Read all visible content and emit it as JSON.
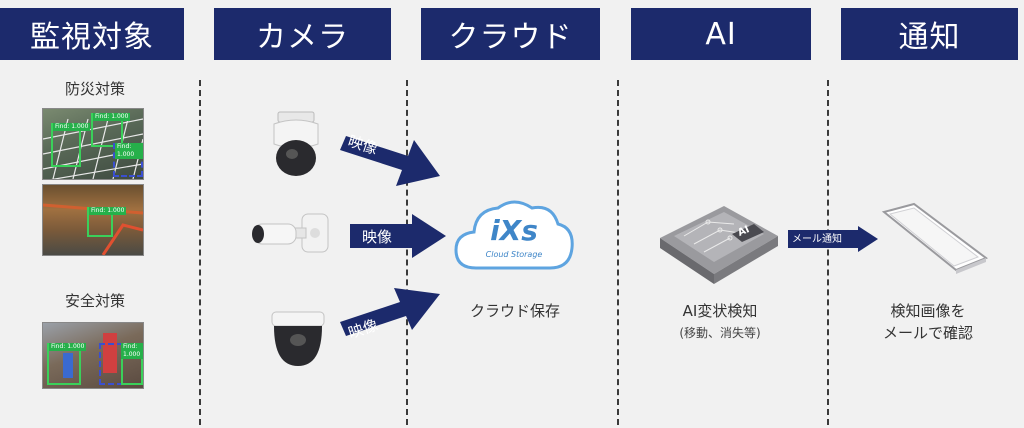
{
  "headers": [
    "監視対象",
    "カメラ",
    "クラウド",
    "AI",
    "通知"
  ],
  "monitor": {
    "disaster_label": "防災対策",
    "safety_label": "安全対策",
    "detection_tag": "Find: 1.000"
  },
  "arrows": {
    "video_label": "映像",
    "notify_label": "メール通知"
  },
  "cloud": {
    "logo_text": "iXs",
    "logo_sub": "Cloud Storage",
    "caption": "クラウド保存"
  },
  "ai": {
    "chip_text": "AI",
    "caption": "AI変状検知",
    "sub": "(移動、消失等)"
  },
  "notify": {
    "caption_line1": "検知画像を",
    "caption_line2": "メールで確認"
  },
  "colors": {
    "navy": "#1c2a6c",
    "cloud_blue": "#5ea4e0",
    "detect_green": "#26b04a"
  }
}
